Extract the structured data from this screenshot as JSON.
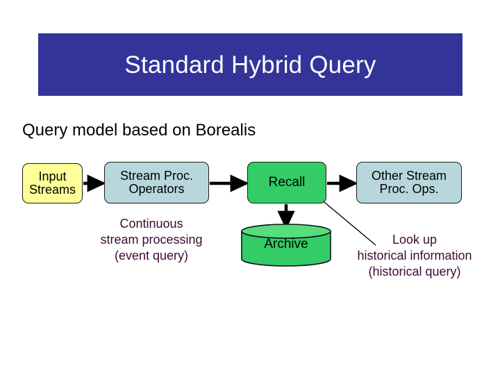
{
  "slide": {
    "title": "Standard Hybrid Query",
    "subtitle": "Query model based on Borealis",
    "title_bg_color": "#333399",
    "title_text_color": "#ffffff",
    "annotation_color": "#3d0a33",
    "background_color": "#ffffff"
  },
  "diagram": {
    "nodes": [
      {
        "id": "input-streams",
        "lines": [
          "Input",
          "Streams"
        ],
        "shape": "rounded-rect",
        "fill": "#ffff99"
      },
      {
        "id": "stream-proc-operators",
        "lines": [
          "Stream Proc.",
          "Operators"
        ],
        "shape": "rounded-rect",
        "fill": "#b7d7dd"
      },
      {
        "id": "recall",
        "lines": [
          "Recall"
        ],
        "shape": "rounded-rect",
        "fill": "#33cc66"
      },
      {
        "id": "other-stream-proc-ops",
        "lines": [
          "Other Stream",
          "Proc. Ops."
        ],
        "shape": "rounded-rect",
        "fill": "#b7d7dd"
      },
      {
        "id": "archive",
        "lines": [
          "Archive"
        ],
        "shape": "cylinder",
        "fill": "#33cc66"
      }
    ],
    "annotations": [
      {
        "id": "continuous",
        "lines": [
          "Continuous",
          "stream processing",
          "(event query)"
        ]
      },
      {
        "id": "lookup",
        "lines": [
          "Look up",
          "historical information",
          "(historical query)"
        ]
      }
    ],
    "edges": [
      {
        "from": "input-streams",
        "to": "stream-proc-operators",
        "style": "arrow"
      },
      {
        "from": "stream-proc-operators",
        "to": "recall",
        "style": "arrow"
      },
      {
        "from": "recall",
        "to": "other-stream-proc-ops",
        "style": "arrow"
      },
      {
        "from": "recall",
        "to": "archive",
        "style": "arrow"
      },
      {
        "from": "recall",
        "to": "lookup",
        "style": "leader-line"
      }
    ]
  }
}
